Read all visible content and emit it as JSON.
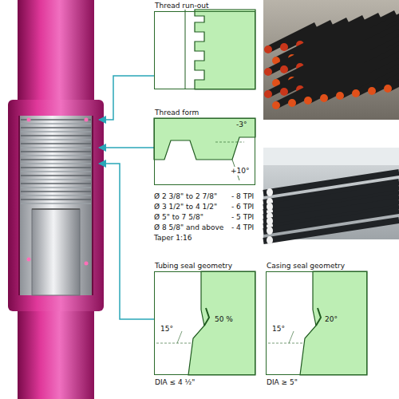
{
  "diagram": {
    "nodes": [
      {
        "text": [
          "Thread run-out"
        ]
      },
      {
        "text": [
          "Thread form",
          "-3°",
          "+10°"
        ]
      },
      {
        "text": [
          "Tubing seal geometry",
          "15°",
          "50 %",
          "DIA ≤ 4 ½\""
        ]
      },
      {
        "text": [
          "Casing seal geometry",
          "15°",
          "20°",
          "DIA ≥ 5\""
        ]
      }
    ],
    "edges": [],
    "labels": [
      "Ø 2 3/8\" to 2 7/8\"",
      "- 8 TPI",
      "Ø 3 1/2\" to 4 1/2\"",
      "- 6 TPI",
      "Ø 5\" to 7 5/8\"",
      "- 5 TPI",
      "Ø 8 5/8\" and above",
      "- 4 TPI",
      "Taper 1:16"
    ]
  }
}
